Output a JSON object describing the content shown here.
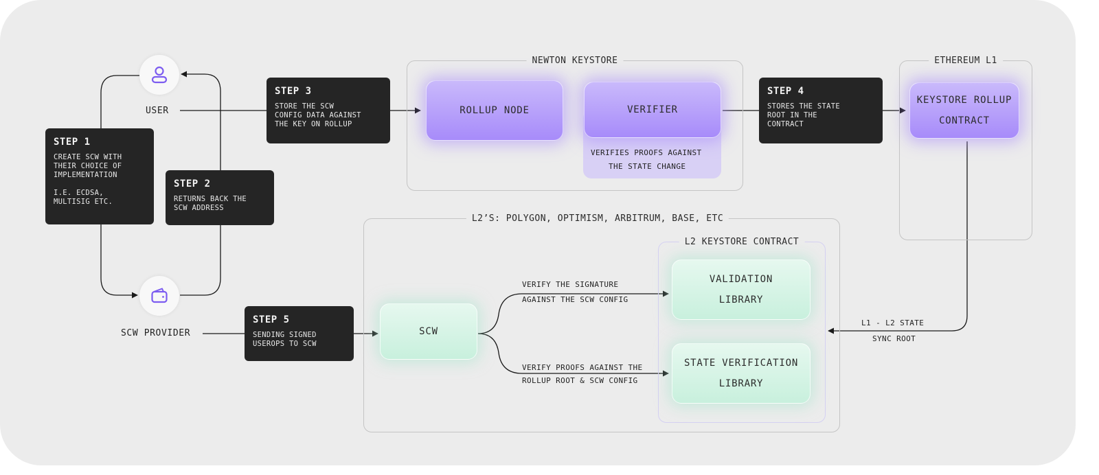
{
  "groups": {
    "newton_keystore": "NEWTON KEYSTORE",
    "ethereum_l1": "ETHEREUM L1",
    "l2s": "L2’S: POLYGON, OPTIMISM, ARBITRUM, BASE, ETC",
    "l2_keystore_contract": "L2 KEYSTORE CONTRACT"
  },
  "actors": {
    "user": "USER",
    "scw_provider": "SCW PROVIDER"
  },
  "steps": {
    "step1": {
      "title": "STEP 1",
      "body": "CREATE SCW WITH\nTHEIR CHOICE OF\nIMPLEMENTATION\n\nI.E. ECDSA,\nMULTISIG ETC."
    },
    "step2": {
      "title": "STEP 2",
      "body": "RETURNS BACK THE\nSCW ADDRESS"
    },
    "step3": {
      "title": "STEP 3",
      "body": "STORE THE SCW\nCONFIG DATA AGAINST\nTHE KEY ON ROLLUP"
    },
    "step4": {
      "title": "STEP 4",
      "body": "STORES THE STATE\nROOT IN THE\nCONTRACT"
    },
    "step5": {
      "title": "STEP 5",
      "body": "SENDING SIGNED\nUSEROPS TO SCW"
    }
  },
  "nodes": {
    "rollup_node": "ROLLUP NODE",
    "verifier": "VERIFIER",
    "verifier_caption_1": "VERIFIES PROOFS AGAINST",
    "verifier_caption_2": "THE STATE CHANGE",
    "keystore_rollup_1": "KEYSTORE ROLLUP",
    "keystore_rollup_2": "CONTRACT",
    "scw": "SCW",
    "validation_1": "VALIDATION",
    "validation_2": "LIBRARY",
    "state_verification_1": "STATE VERIFICATION",
    "state_verification_2": "LIBRARY"
  },
  "edge_labels": {
    "verify_sig_1": "VERIFY THE SIGNATURE",
    "verify_sig_2": "AGAINST THE SCW CONFIG",
    "verify_proofs_1": "VERIFY PROOFS AGAINST THE",
    "verify_proofs_2": "ROLLUP ROOT & SCW CONFIG",
    "sync_1": "L1 - L2 STATE",
    "sync_2": "SYNC ROOT"
  },
  "icons": {
    "user": "user-icon",
    "wallet": "wallet-icon"
  },
  "colors": {
    "accent_purple": "#a78bfa",
    "icon_purple": "#7c5cf0",
    "mint": "#c8f0dd",
    "dark_box": "#252525"
  }
}
